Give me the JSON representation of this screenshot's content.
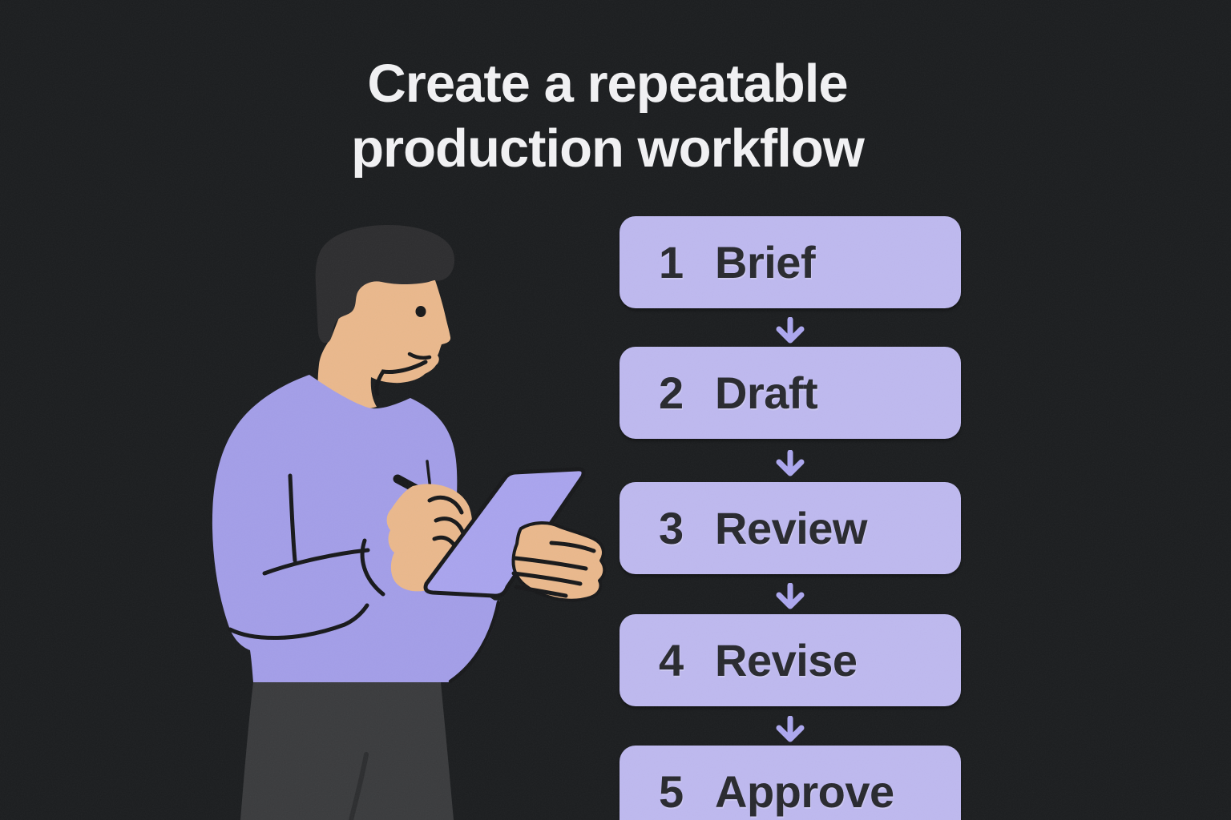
{
  "title": {
    "line1": "Create a repeatable",
    "line2": "production workflow"
  },
  "workflow": {
    "connector_icon": "down-arrow",
    "steps": [
      {
        "number": "1",
        "label": "Brief"
      },
      {
        "number": "2",
        "label": "Draft"
      },
      {
        "number": "3",
        "label": "Review"
      },
      {
        "number": "4",
        "label": "Revise"
      },
      {
        "number": "5",
        "label": "Approve"
      }
    ]
  },
  "illustration": {
    "subject": "person writing on a tablet with a pen"
  },
  "colors": {
    "background": "#1b1d1f",
    "title_text": "#f2f2f4",
    "step_box_fill": "#beb9ef",
    "step_box_text": "#28292e",
    "arrow": "#aca7ef",
    "sweater": "#a39ee8",
    "tablet": "#a9a4ee",
    "skin": "#eab88c",
    "hair": "#2d2d2f",
    "pants": "#3a3b3d",
    "outline": "#17181a"
  }
}
